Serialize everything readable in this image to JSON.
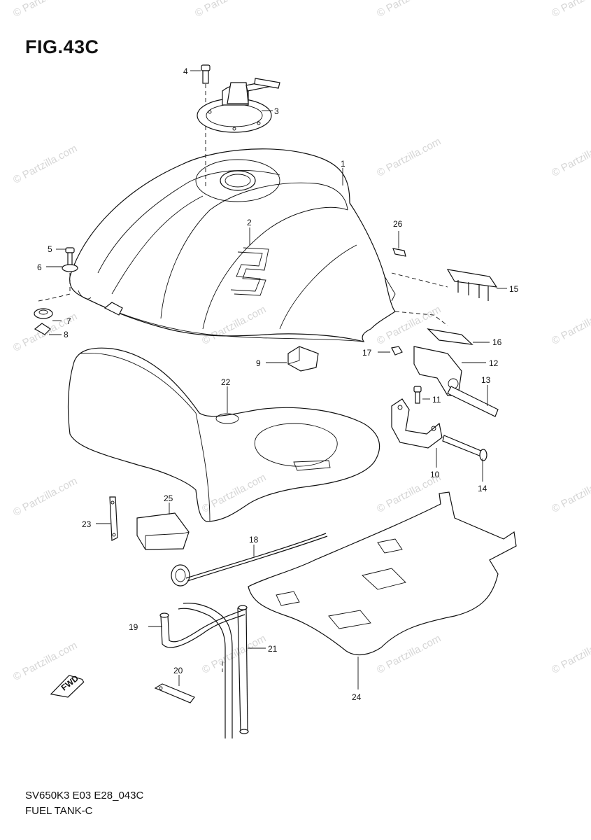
{
  "figure_title": "FIG.43C",
  "footer": {
    "code": "SV650K3 E03 E28_043C",
    "name": "FUEL TANK-C"
  },
  "watermark": "© Partzilla.com",
  "fwd_label": "FWD",
  "callouts": [
    "1",
    "2",
    "3",
    "4",
    "5",
    "6",
    "7",
    "8",
    "9",
    "10",
    "11",
    "12",
    "13",
    "14",
    "15",
    "16",
    "17",
    "18",
    "19",
    "20",
    "21",
    "22",
    "23",
    "24",
    "25",
    "26"
  ]
}
